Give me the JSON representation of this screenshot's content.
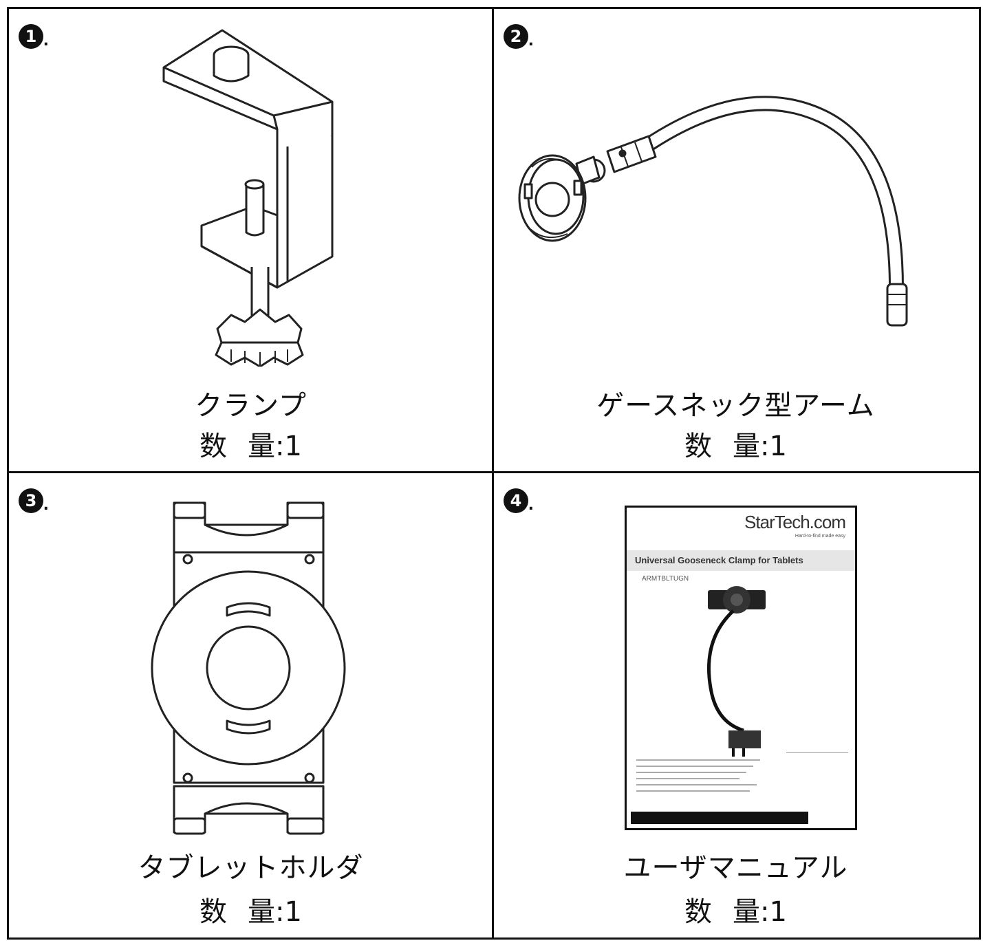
{
  "items": [
    {
      "number": "1",
      "name": "クランプ",
      "qty_word_a": "数",
      "qty_word_b": "量",
      "qty_value": ":1",
      "icon": "clamp-icon"
    },
    {
      "number": "2",
      "name": "ゲースネック型アーム",
      "qty_word_a": "数",
      "qty_word_b": "量",
      "qty_value": ":1",
      "icon": "gooseneck-arm-icon"
    },
    {
      "number": "3",
      "name": "タブレットホルダ",
      "qty_word_a": "数",
      "qty_word_b": "量",
      "qty_value": ":1",
      "icon": "tablet-holder-icon"
    },
    {
      "number": "4",
      "name": "ユーザマニュアル",
      "qty_word_a": "数",
      "qty_word_b": "量",
      "qty_value": ":1",
      "icon": "user-manual-icon"
    }
  ],
  "manual": {
    "brand": "StarTech.com",
    "tagline": "Hard-to-find made easy",
    "title": "Universal Gooseneck Clamp for Tablets",
    "model": "ARMTBLTUGN"
  }
}
